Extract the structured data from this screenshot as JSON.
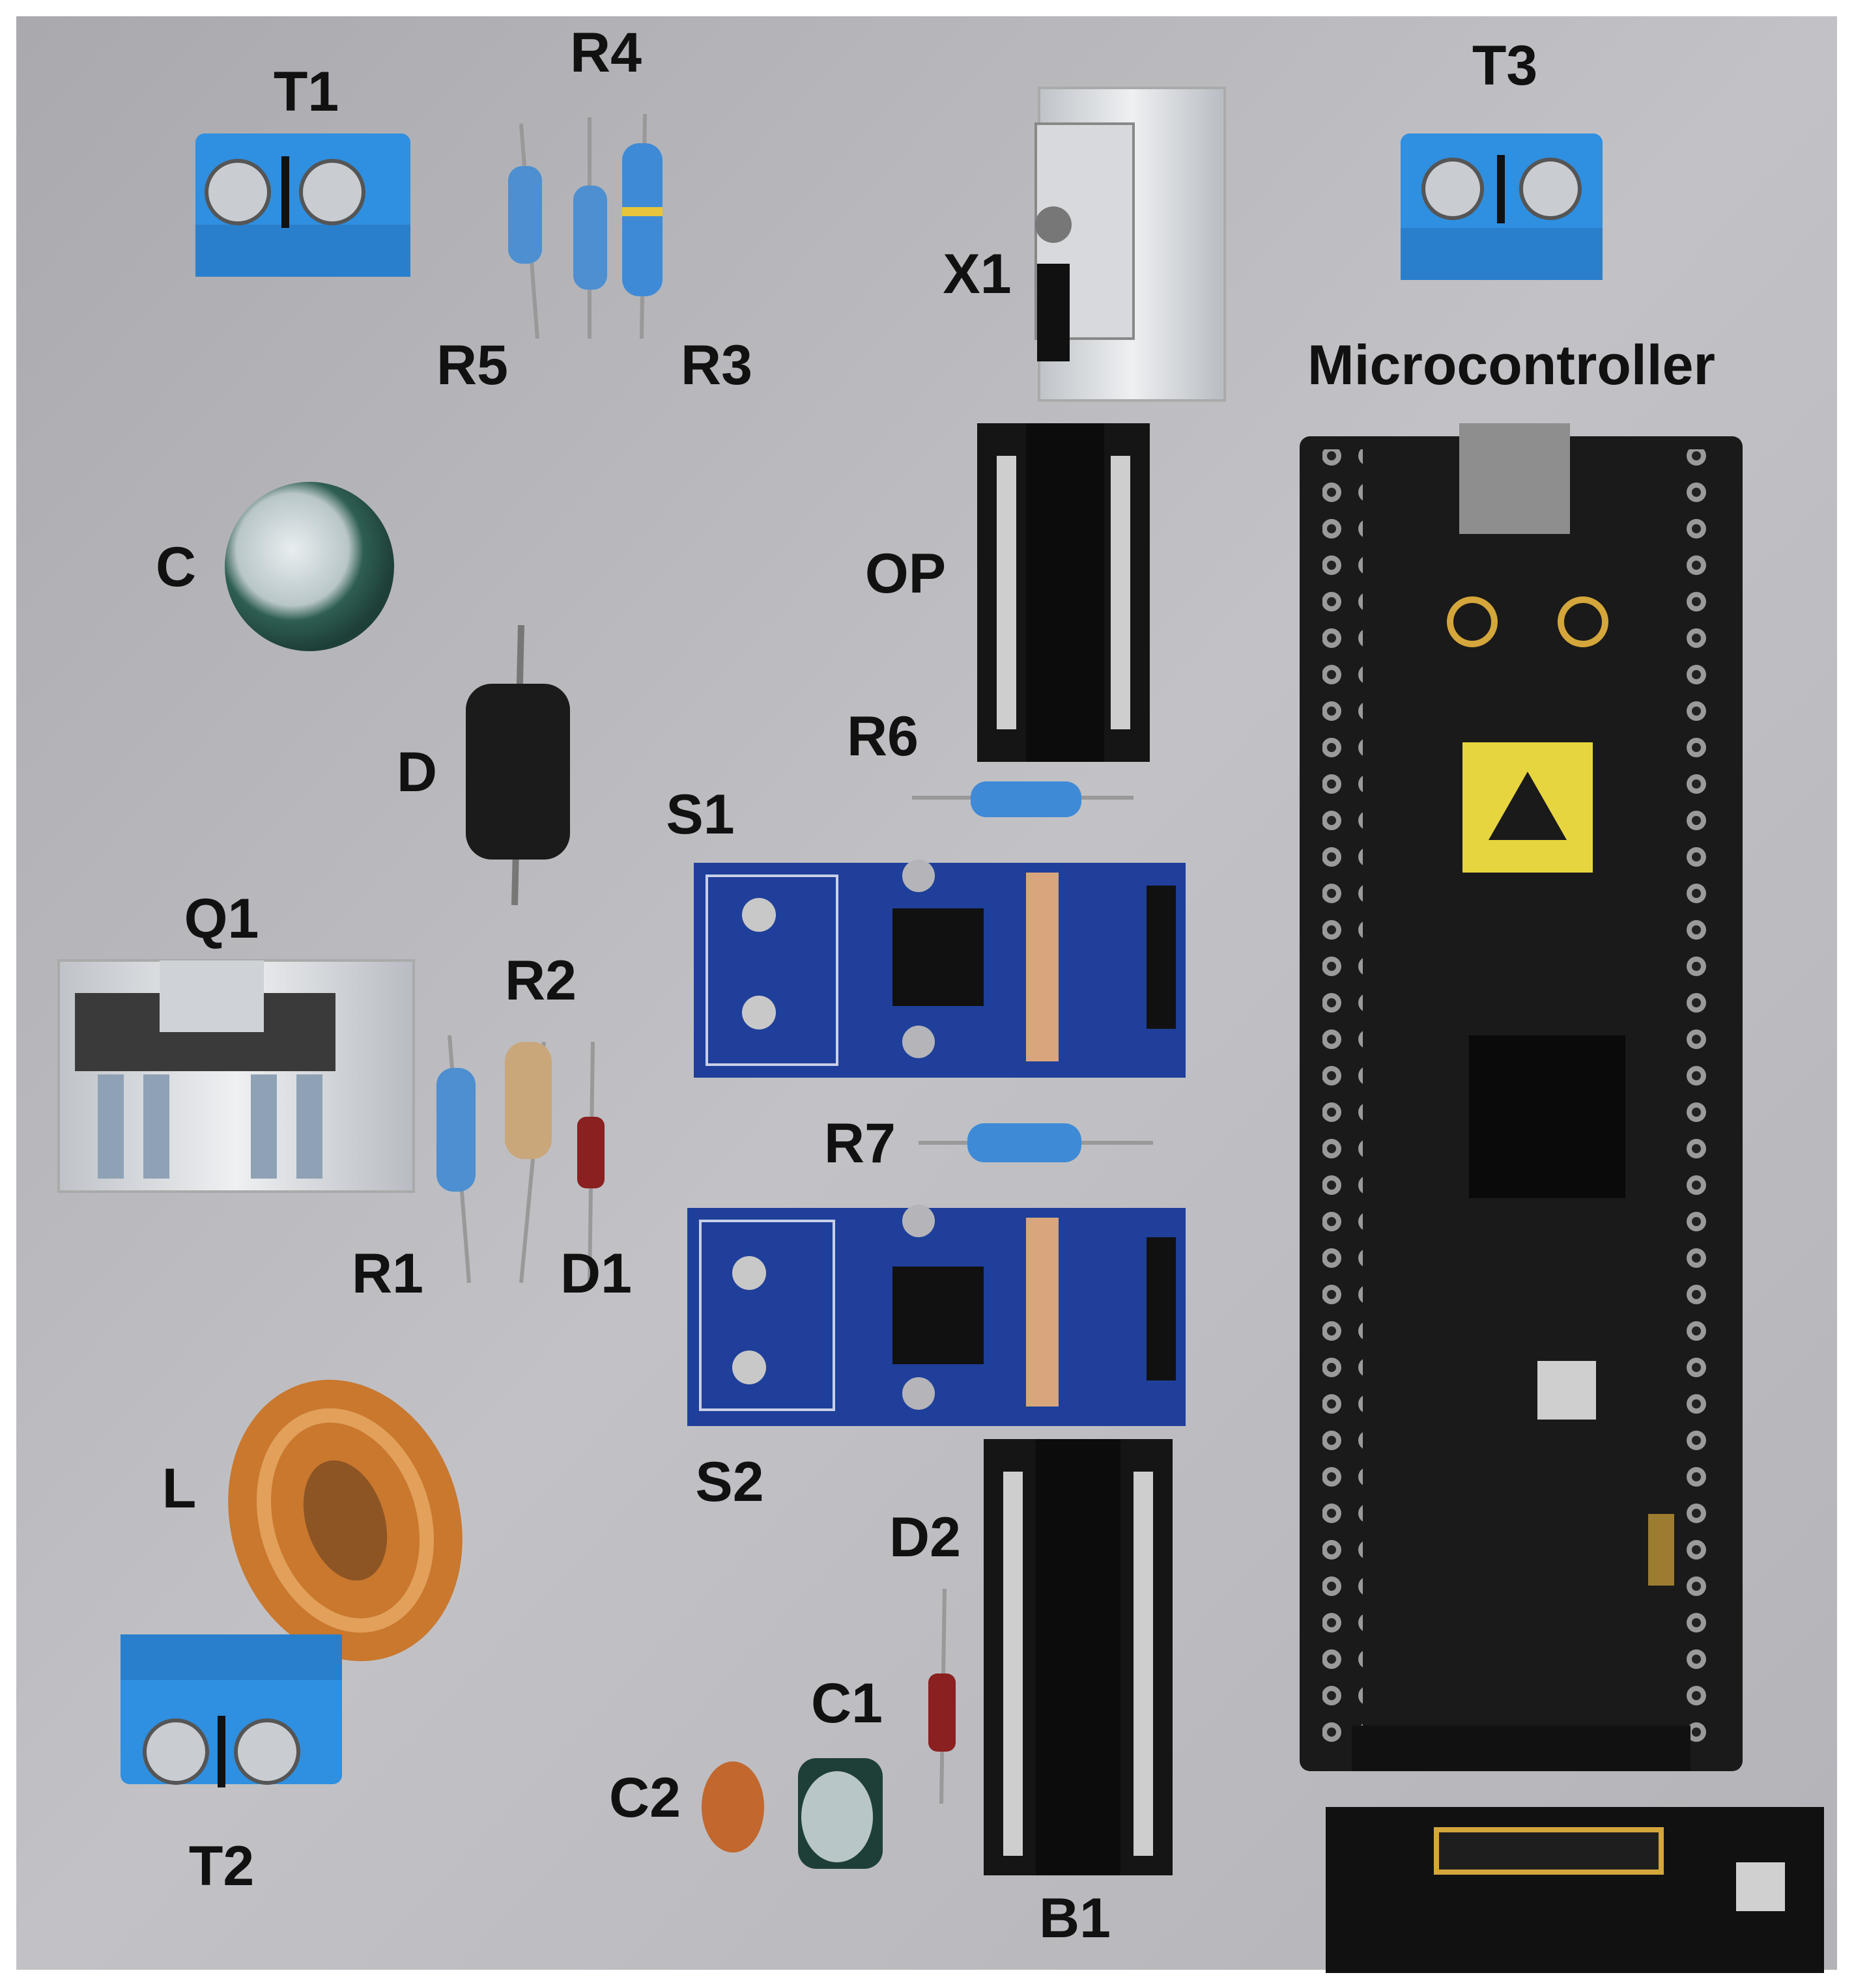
{
  "colors": {
    "board": "#b9b9bd",
    "terminal_blue": "#2f8fe0",
    "sensor_blue": "#1f3f9a",
    "mcu_black": "#1a1a1a",
    "copper": "#c9782e",
    "heatsink": "#d9dce0",
    "label": "#111111"
  },
  "labels": {
    "t1": "T1",
    "r4": "R4",
    "r5": "R5",
    "r3": "R3",
    "x1": "X1",
    "t3": "T3",
    "microcontroller": "Microcontroller",
    "c": "C",
    "op": "OP",
    "d": "D",
    "r6": "R6",
    "s1": "S1",
    "q1": "Q1",
    "r2": "R2",
    "r7": "R7",
    "r1": "R1",
    "d1": "D1",
    "l": "L",
    "s2": "S2",
    "d2": "D2",
    "c1": "C1",
    "c2": "C2",
    "t2": "T2",
    "b1": "B1"
  }
}
